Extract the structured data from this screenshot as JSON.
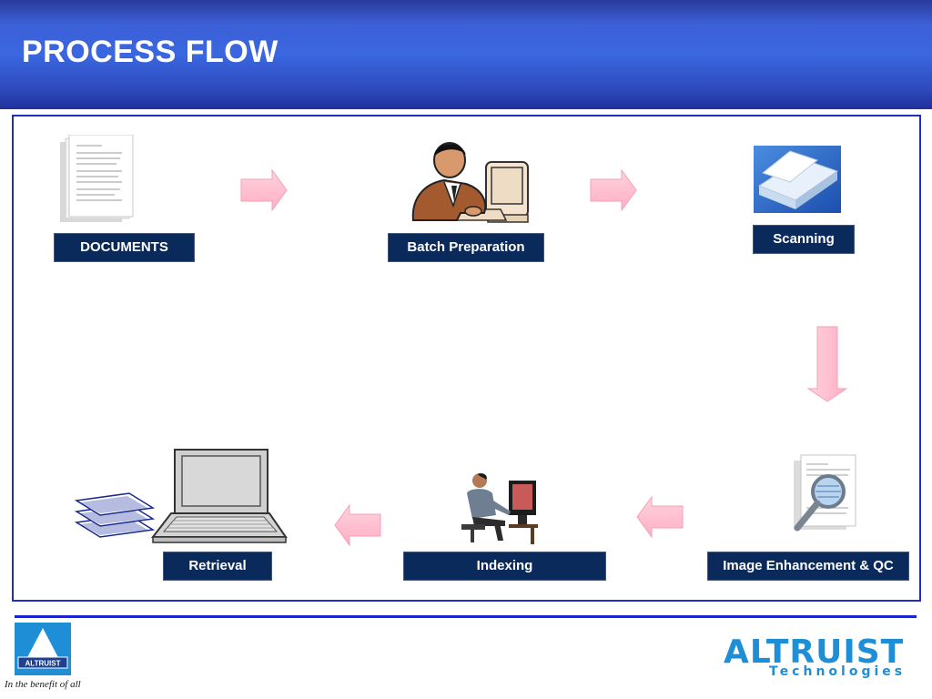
{
  "header": {
    "title": "PROCESS FLOW"
  },
  "steps": {
    "documents": {
      "label": "DOCUMENTS",
      "icon": "documents-icon"
    },
    "batch": {
      "label": "Batch Preparation",
      "icon": "worker-at-computer-icon"
    },
    "scanning": {
      "label": "Scanning",
      "icon": "scanner-icon"
    },
    "enhancement": {
      "label": "Image Enhancement & QC",
      "icon": "magnifier-document-icon"
    },
    "indexing": {
      "label": "Indexing",
      "icon": "person-at-desk-icon"
    },
    "retrieval": {
      "label": "Retrieval",
      "icon": "laptop-documents-icon"
    }
  },
  "footer": {
    "logo_text": "ALTRUIST",
    "tagline": "In the benefit of all",
    "brand_main": "ALTRUIST",
    "brand_sub": "Technologies"
  },
  "colors": {
    "header_blue": "#3a67e0",
    "label_bg": "#0b2a5c",
    "frame_border": "#1f2fc4",
    "arrow_fill": "#ffc0d0",
    "brand": "#1e8fd6"
  }
}
